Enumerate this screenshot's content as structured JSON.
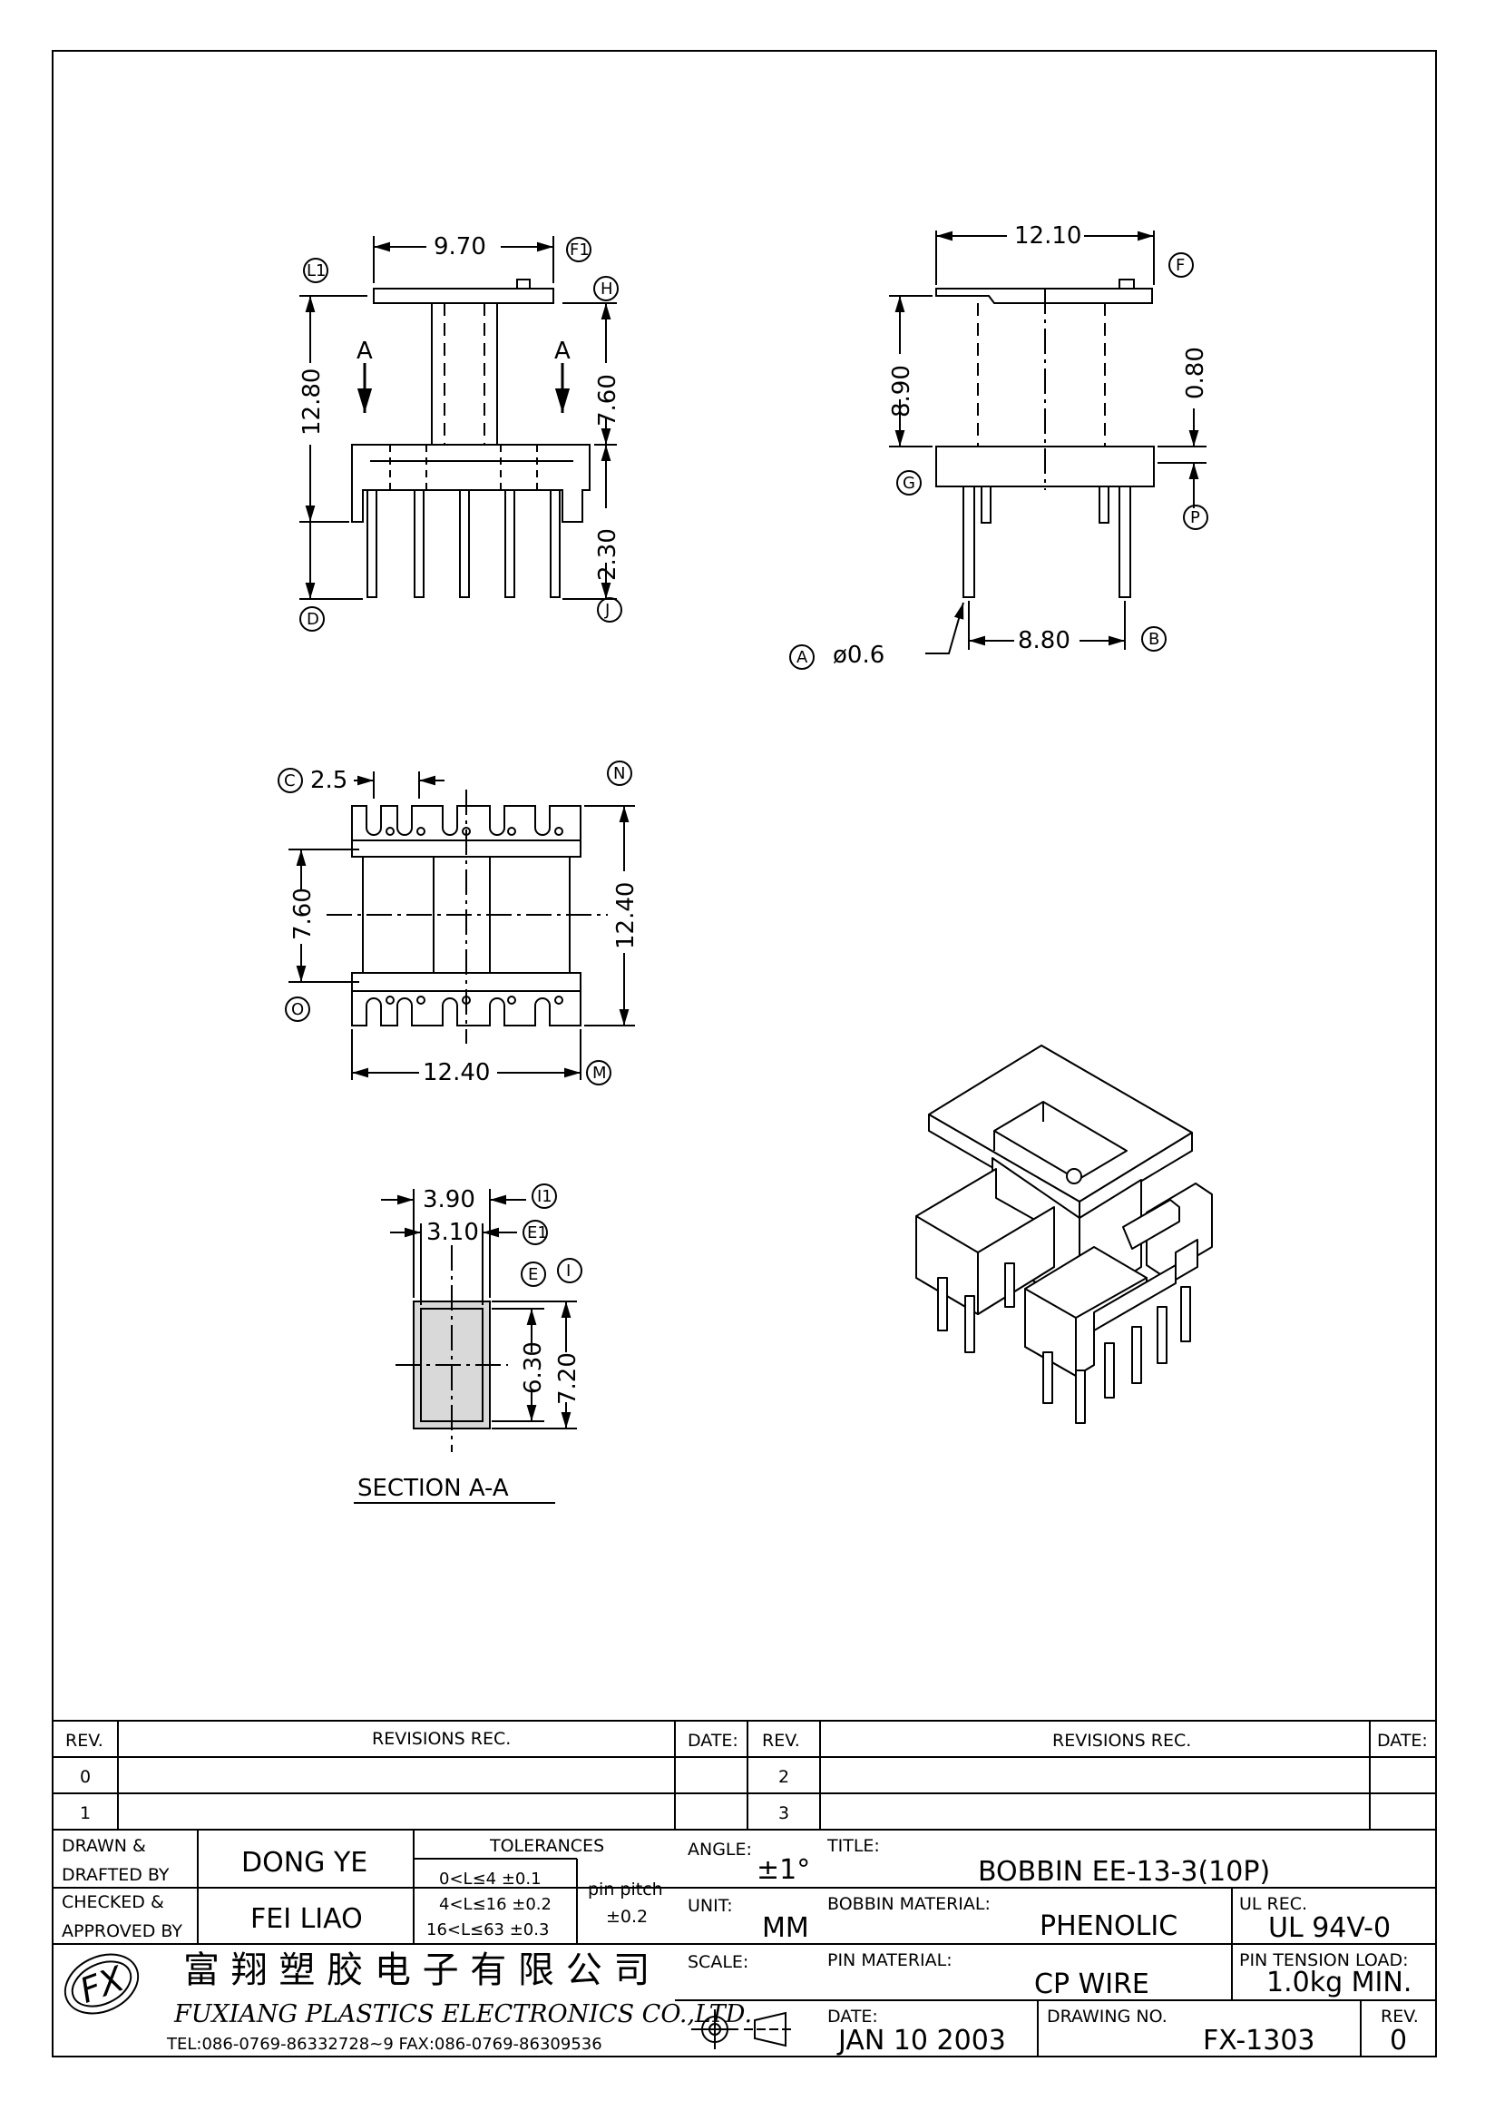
{
  "views": {
    "front": {
      "top_width": "9.70",
      "height_total": "12.80",
      "height_upper": "7.60",
      "pin_length": "2.30",
      "arrow_label_left": "A",
      "arrow_label_right": "A",
      "ref_l1": "L1",
      "ref_f1": "F1",
      "ref_h": "H",
      "ref_d": "D",
      "ref_j": "J"
    },
    "side": {
      "top_width": "12.10",
      "height": "8.90",
      "flange": "0.80",
      "pin_span": "8.80",
      "pin_dia": "ø0.6",
      "ref_f": "F",
      "ref_g": "G",
      "ref_p": "P",
      "ref_a": "A",
      "ref_b": "B"
    },
    "bottom": {
      "pin_pitch": "2.5",
      "inner": "7.60",
      "overall_h": "12.40",
      "overall_w": "12.40",
      "ref_c": "C",
      "ref_n": "N",
      "ref_o": "O",
      "ref_m": "M"
    },
    "section": {
      "outer_w": "3.90",
      "inner_w": "3.10",
      "inner_h": "6.30",
      "outer_h": "7.20",
      "ref_i1": "I1",
      "ref_e1": "E1",
      "ref_e": "E",
      "ref_i": "I",
      "caption": "SECTION A-A"
    }
  },
  "revisions": {
    "header_rev": "REV.",
    "header_rec": "REVISIONS   REC.",
    "header_date": "DATE:",
    "rows_left": [
      "0",
      "1"
    ],
    "rows_right": [
      "2",
      "3"
    ]
  },
  "title_block": {
    "drawn_label_1": "DRAWN  &",
    "drawn_label_2": "DRAFTED  BY",
    "drawn_by": "DONG  YE",
    "checked_label_1": "CHECKED  &",
    "checked_label_2": "APPROVED  BY",
    "checked_by": "FEI  LIAO",
    "tolerances_label": "TOLERANCES",
    "tol_1": "0<L≤4    ±0.1",
    "tol_2": "4<L≤16  ±0.2",
    "tol_3": "16<L≤63  ±0.3",
    "pin_pitch_label": "pin  pitch",
    "pin_pitch_value": "±0.2",
    "angle_label": "ANGLE:",
    "angle_value": "±1°",
    "unit_label": "UNIT:",
    "unit_value": "MM",
    "scale_label": "SCALE:",
    "title_label": "TITLE:",
    "title_value": "BOBBIN  EE-13-3(10P)",
    "bobbin_material_label": "BOBBIN  MATERIAL:",
    "bobbin_material_value": "PHENOLIC",
    "ul_label": "UL  REC.",
    "ul_value": "UL  94V-0",
    "pin_material_label": "PIN  MATERIAL:",
    "pin_material_value": "CP  WIRE",
    "pin_tension_label": "PIN  TENSION  LOAD:",
    "pin_tension_value": "1.0kg  MIN.",
    "date_label": "DATE:",
    "date_value": "JAN  10  2003",
    "drawing_no_label": "DRAWING  NO.",
    "drawing_no_value": "FX-1303",
    "rev_label": "REV.",
    "rev_value": "0",
    "company_cn": "富 翔 塑 胶 电 子 有 限 公 司",
    "company_en": "FUXIANG  PLASTICS  ELECTRONICS  CO.,LTD.",
    "company_contact": "TEL:086-0769-86332728~9   FAX:086-0769-86309536",
    "logo_text": "FX"
  }
}
